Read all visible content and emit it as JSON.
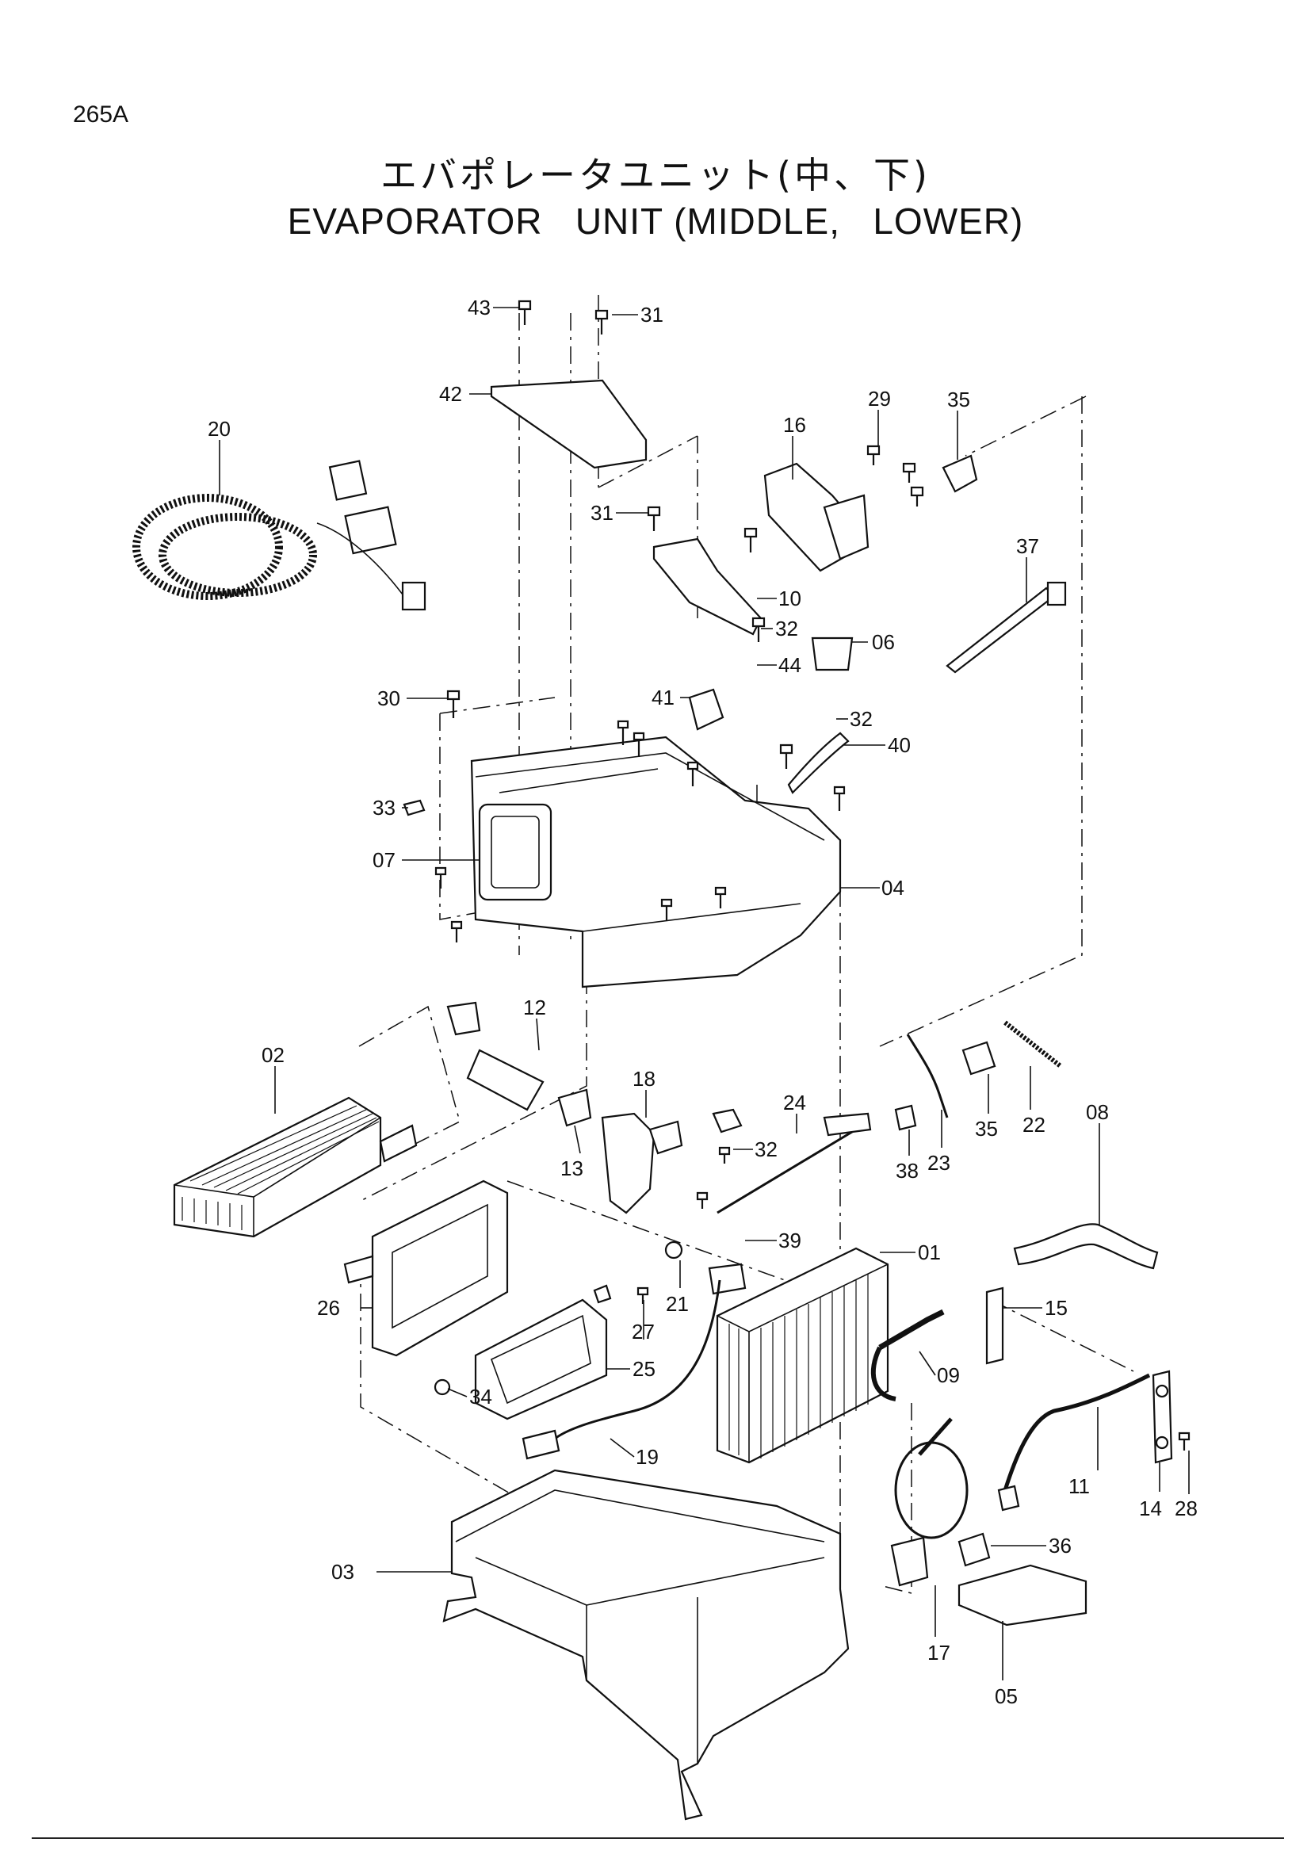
{
  "header": {
    "page_code": "265A",
    "title_jp": "エバポレータユニット(中、下)",
    "title_en": "EVAPORATOR   UNIT (MIDDLE,   LOWER)"
  },
  "callouts": {
    "c01": "01",
    "c02": "02",
    "c03": "03",
    "c04": "04",
    "c05": "05",
    "c06": "06",
    "c07": "07",
    "c08": "08",
    "c09": "09",
    "c10": "10",
    "c11": "11",
    "c12": "12",
    "c13": "13",
    "c14": "14",
    "c15": "15",
    "c16": "16",
    "c17": "17",
    "c18": "18",
    "c19": "19",
    "c20": "20",
    "c21": "21",
    "c22": "22",
    "c23": "23",
    "c24": "24",
    "c25": "25",
    "c26": "26",
    "c27": "27",
    "c28": "28",
    "c29": "29",
    "c30": "30",
    "c31a": "31",
    "c31b": "31",
    "c32a": "32",
    "c32b": "32",
    "c32c": "32",
    "c33": "33",
    "c34": "34",
    "c35a": "35",
    "c35b": "35",
    "c36": "36",
    "c37": "37",
    "c38": "38",
    "c39": "39",
    "c40": "40",
    "c41": "41",
    "c42": "42",
    "c43": "43",
    "c44": "44"
  }
}
